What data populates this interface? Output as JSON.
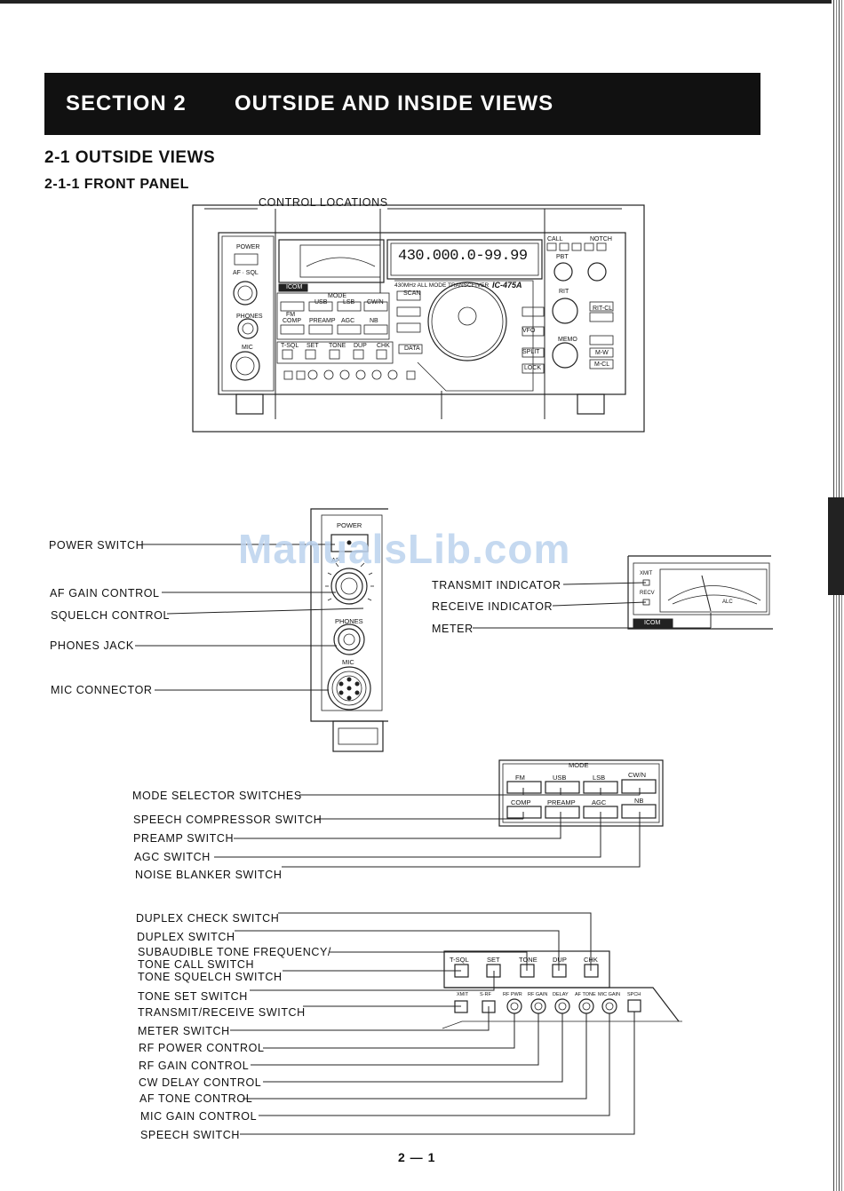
{
  "header": {
    "section_number": "SECTION 2",
    "section_title": "OUTSIDE AND INSIDE VIEWS"
  },
  "headings": {
    "h1": "2-1  OUTSIDE VIEWS",
    "h2": "2-1-1  FRONT PANEL"
  },
  "figure_front": {
    "caption": "CONTROL LOCATIONS",
    "display_text": "430.000.0-99.99",
    "model_text": "430MHz ALL MODE TRANSCEIVER",
    "model_name": "IC-475A",
    "brand": "ICOM",
    "panel_labels": {
      "power": "POWER",
      "af_sql": "AF ∙ SQL",
      "phones": "PHONES",
      "mic": "MIC",
      "mode": "MODE",
      "fm": "FM",
      "usb": "USB",
      "lsb": "LSB",
      "cwn": "CW/N",
      "comp": "COMP",
      "preamp": "PREAMP",
      "agc": "AGC",
      "nb": "NB",
      "tsql": "T-SQL",
      "set": "SET",
      "tone": "TONE",
      "dup": "DUP",
      "chk": "CHK",
      "call": "CALL",
      "vfo": "VFO",
      "rit": "RIT",
      "rit_cl": "RIT-CL",
      "memo": "MEMO",
      "mw": "M-W",
      "mcl": "M-CL",
      "notch": "NOTCH",
      "pbt": "PBT",
      "scan": "SCAN",
      "split": "SPLIT",
      "lock": "LOCK",
      "data": "DATA"
    }
  },
  "left_panel": {
    "labels": [
      "POWER SWITCH",
      "AF GAIN CONTROL",
      "SQUELCH CONTROL",
      "PHONES JACK",
      "MIC CONNECTOR"
    ],
    "panel_text": {
      "power": "POWER",
      "af": "AF",
      "phones": "PHONES",
      "mic": "MIC"
    }
  },
  "meter_panel": {
    "labels": [
      "TRANSMIT INDICATOR",
      "RECEIVE INDICATOR",
      "METER"
    ],
    "panel_text": {
      "xmit": "XMIT",
      "recv": "RECV",
      "alc": "ALC",
      "brand": "ICOM"
    }
  },
  "mode_panel": {
    "labels": [
      "MODE SELECTOR SWITCHES",
      "SPEECH COMPRESSOR SWITCH",
      "PREAMP SWITCH",
      "AGC SWITCH",
      "NOISE BLANKER SWITCH"
    ],
    "title": "MODE",
    "top_row": [
      "FM",
      "USB",
      "LSB",
      "CW/N"
    ],
    "bottom_row": [
      "COMP",
      "PREAMP",
      "AGC",
      "NB"
    ]
  },
  "lower_panel": {
    "labels": [
      "DUPLEX CHECK SWITCH",
      "DUPLEX SWITCH",
      "SUBAUDIBLE TONE FREQUENCY/",
      "TONE CALL SWITCH",
      "TONE SQUELCH SWITCH",
      "TONE SET SWITCH",
      "TRANSMIT/RECEIVE SWITCH",
      "METER SWITCH",
      "RF POWER CONTROL",
      "RF GAIN CONTROL",
      "CW DELAY CONTROL",
      "AF TONE CONTROL",
      "MIC GAIN CONTROL",
      "SPEECH SWITCH"
    ],
    "top_row": [
      "T-SQL",
      "SET",
      "TONE",
      "DUP",
      "CHK"
    ],
    "bottom_row": [
      "XMIT",
      "S·RF",
      "RF PWR",
      "RF GAIN",
      "DELAY",
      "AF TONE",
      "MIC GAIN",
      "SPCH"
    ]
  },
  "watermark": "ManualsLib.com",
  "footer": {
    "page_number": "2 — 1"
  }
}
